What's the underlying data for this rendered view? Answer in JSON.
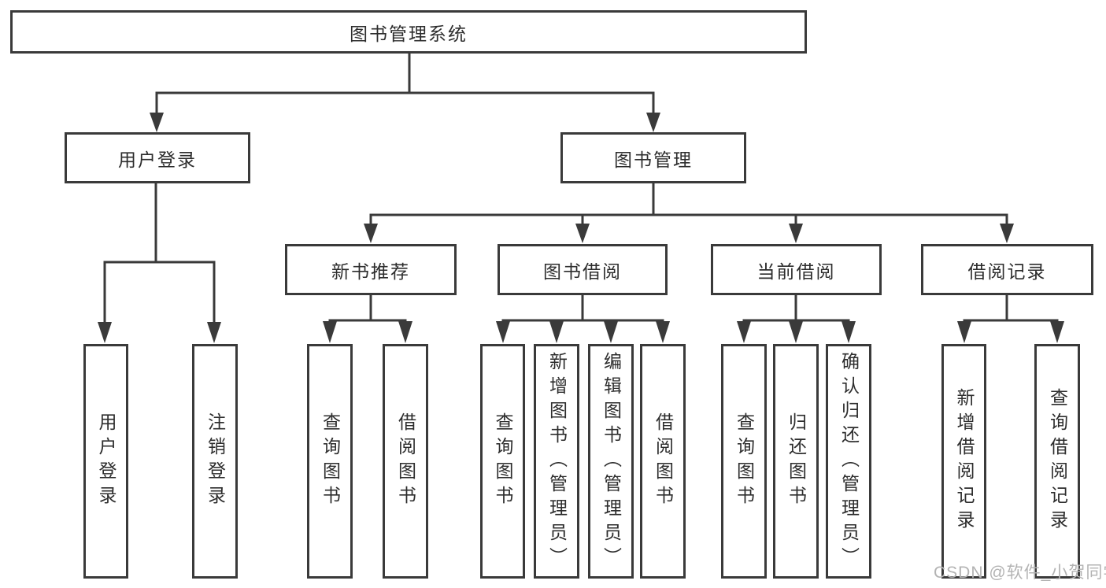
{
  "diagram": {
    "type": "hierarchy-tree",
    "root": {
      "label": "图书管理系统"
    },
    "level1": [
      {
        "label": "用户登录"
      },
      {
        "label": "图书管理"
      }
    ],
    "level2": [
      {
        "label": "新书推荐",
        "parent": "图书管理"
      },
      {
        "label": "图书借阅",
        "parent": "图书管理"
      },
      {
        "label": "当前借阅",
        "parent": "图书管理"
      },
      {
        "label": "借阅记录",
        "parent": "图书管理"
      }
    ],
    "leaves": [
      {
        "label": "用户登录",
        "parent": "用户登录"
      },
      {
        "label": "注销登录",
        "parent": "用户登录"
      },
      {
        "label": "查询图书",
        "parent": "新书推荐"
      },
      {
        "label": "借阅图书",
        "parent": "新书推荐"
      },
      {
        "label": "查询图书",
        "parent": "图书借阅"
      },
      {
        "label": "新增图书（管理员）",
        "parent": "图书借阅"
      },
      {
        "label": "编辑图书（管理员）",
        "parent": "图书借阅"
      },
      {
        "label": "借阅图书",
        "parent": "图书借阅"
      },
      {
        "label": "查询图书",
        "parent": "当前借阅"
      },
      {
        "label": "归还图书",
        "parent": "当前借阅"
      },
      {
        "label": "确认归还（管理员）",
        "parent": "当前借阅"
      },
      {
        "label": "新增借阅记录",
        "parent": "借阅记录"
      },
      {
        "label": "查询借阅记录",
        "parent": "借阅记录"
      }
    ],
    "watermark": "CSDN @软件_小贺同学",
    "colors": {
      "line": "#3a3a3a",
      "box_border": "#3a3a3a",
      "text": "#2d2d2d",
      "watermark": "#b3b3b3",
      "background": "#ffffff"
    }
  }
}
